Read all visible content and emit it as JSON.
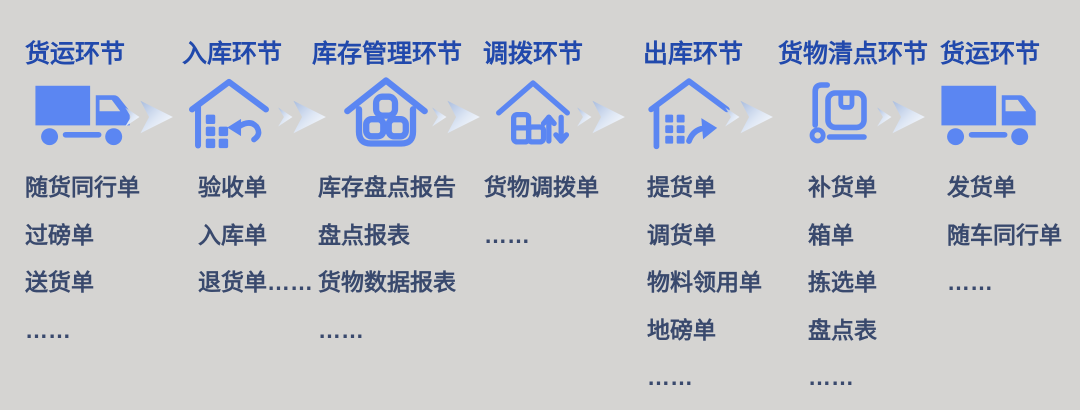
{
  "diagram": {
    "kind": "logistics-workflow-flow",
    "background_color": "#d5d4d2",
    "title_color": "#2149ac",
    "doc_text_color": "#39496d",
    "icon_color": "#5b86f2",
    "arrow_gradient": [
      "#aabdde",
      "#ffffff"
    ]
  },
  "stages": [
    {
      "title": "货运环节",
      "icon": "truck-icon",
      "docs": [
        "随货同行单",
        "过磅单",
        "送货单",
        "……"
      ]
    },
    {
      "title": "入库环节",
      "icon": "warehouse-receive-icon",
      "docs": [
        "验收单",
        "入库单",
        "退货单……"
      ]
    },
    {
      "title": "库存管理环节",
      "icon": "warehouse-inventory-icon",
      "docs": [
        "库存盘点报告",
        "盘点报表",
        "货物数据报表",
        "……"
      ]
    },
    {
      "title": "调拨环节",
      "icon": "transfer-icon",
      "docs": [
        "货物调拨单",
        "……"
      ]
    },
    {
      "title": "出库环节",
      "icon": "warehouse-dispatch-icon",
      "docs": [
        "提货单",
        "调货单",
        "物料领用单",
        "地磅单",
        "……"
      ]
    },
    {
      "title": "货物清点环节",
      "icon": "hand-truck-icon",
      "docs": [
        "补货单",
        "箱单",
        "拣选单",
        "盘点表",
        "……"
      ]
    },
    {
      "title": "货运环节",
      "icon": "truck-icon",
      "docs": [
        "发货单",
        "随车同行单",
        "……"
      ]
    }
  ]
}
